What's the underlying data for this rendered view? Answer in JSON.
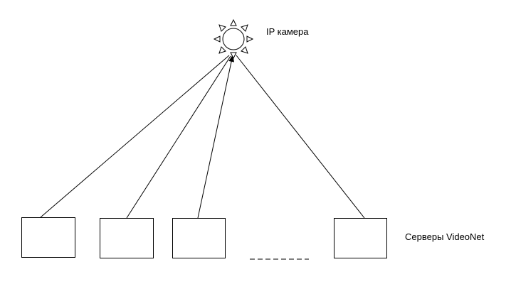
{
  "camera": {
    "label": "IP камера",
    "icon": "sun-camera-icon"
  },
  "servers": {
    "label": "Серверы VideoNet",
    "items": [
      {
        "id": "server-1"
      },
      {
        "id": "server-2"
      },
      {
        "id": "server-3"
      },
      {
        "id": "server-n"
      }
    ],
    "ellipsis": "dashed-continuation"
  },
  "colors": {
    "stroke": "#000000",
    "background": "#ffffff"
  }
}
